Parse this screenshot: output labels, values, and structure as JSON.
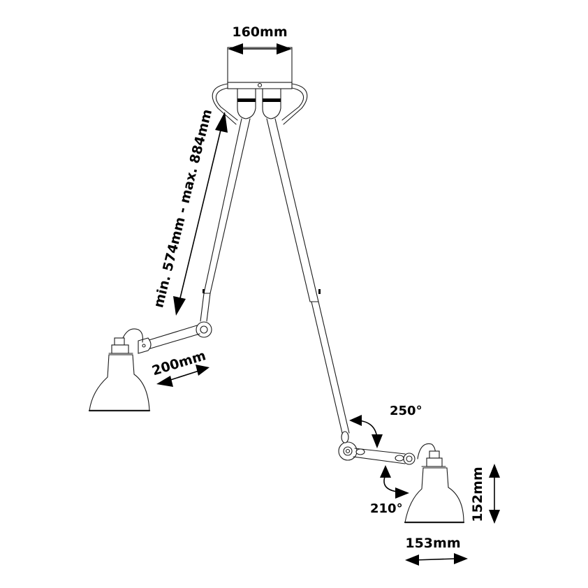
{
  "diagram": {
    "subject": "Twin-arm ceiling pendant lamp dimension drawing",
    "dimensions": {
      "canopy_width": "160mm",
      "arm_length": "min. 574mm - max. 884mm",
      "lower_arm_length": "200mm",
      "upper_rotation": "250°",
      "lower_rotation": "210°",
      "shade_height": "152mm",
      "shade_width": "153mm"
    },
    "colors": {
      "line": "#1a1a1a",
      "background": "#ffffff",
      "accent": "#000000"
    }
  }
}
